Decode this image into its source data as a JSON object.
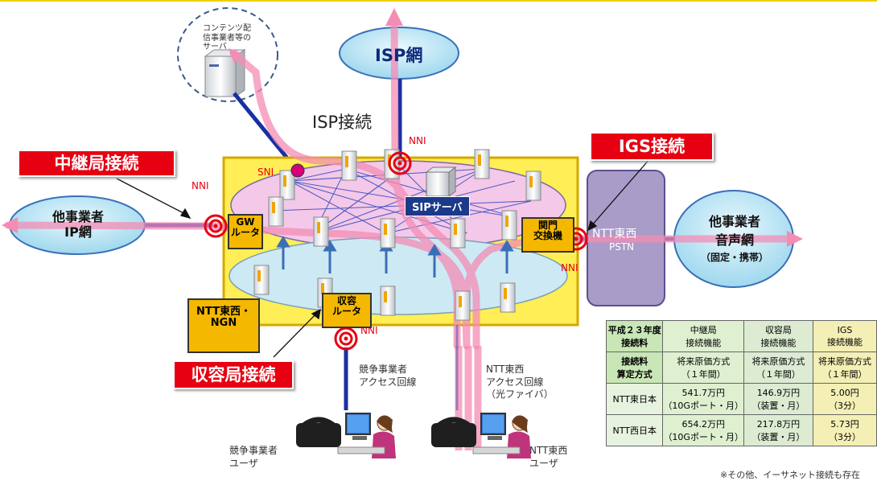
{
  "top": {
    "content_server": "コンテンツ配信事業者等のサーバ",
    "isp_net": "ISP網",
    "isp_connection": "ISP接続"
  },
  "labels": {
    "transit_connection": "中継局接続",
    "igs_connection": "IGS接続",
    "accommodation_connection": "収容局接続",
    "nni": "NNI",
    "sni": "SNI",
    "sip_server": "SIPサーバ",
    "gw_router": "GW\nルータ",
    "gateway_switch": "関門\n交換機",
    "accommodation_router": "収容\nルータ",
    "ntt_ngn": "NTT東西・\nNGN",
    "ntt_pstn_1": "NTT東西",
    "ntt_pstn_2": "PSTN",
    "other_ip_net": "他事業者\nIP網",
    "other_voice_net_1": "他事業者",
    "other_voice_net_2": "音声網",
    "other_voice_net_3": "（固定・携帯）",
    "competitor_access": "競争事業者\nアクセス回線",
    "ntt_access": "NTT東西\nアクセス回線\n（光ファイバ）",
    "competitor_user": "競争事業者\nユーザ",
    "ntt_user": "NTT東西\nユーザ",
    "footnote": "※その他、イーサネット接続も存在"
  },
  "table": {
    "header": [
      "平成２３年度\n接続料",
      "中継局\n接続機能",
      "収容局\n接続機能",
      "IGS\n接続機能"
    ],
    "method_row": [
      "接続料\n算定方式",
      "将来原価方式\n（１年間）",
      "将来原価方式\n（１年間）",
      "将来原価方式\n（１年間）"
    ],
    "east_row": [
      "NTT東日本",
      "541.7万円\n（10Gポート・月）",
      "146.9万円\n（装置・月）",
      "5.00円\n（3分）"
    ],
    "west_row": [
      "NTT西日本",
      "654.2万円\n（10Gポート・月）",
      "217.8万円\n（装置・月）",
      "5.73円\n（3分）"
    ]
  },
  "colors": {
    "red_label": "#e60012",
    "gold_box": "#f5b800",
    "cyan_cloud": "#b9e4f3",
    "pink_path": "#f48cb4"
  }
}
